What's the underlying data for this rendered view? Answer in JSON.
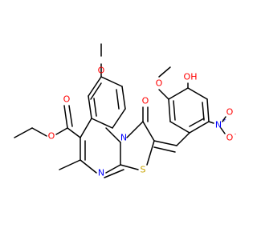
{
  "colors": {
    "carbon_bond": "#000000",
    "oxygen": "#ff0000",
    "nitrogen": "#0000ff",
    "sulfur": "#c8a400"
  },
  "atoms": {
    "o_methoxy_top": "O",
    "o_methoxy_right": "O",
    "o_hydroxy": "OH",
    "ho_prefix": "HO",
    "o_carbonyl_ketone": "O",
    "o_ester_carbonyl": "O",
    "o_ester": "O",
    "n_ring_bridgehead": "N",
    "n_ring": "N",
    "s_ring": "S",
    "n_nitro": "N",
    "o_nitro_top": "O",
    "o_nitro_bottom": "O",
    "charge_plus": "+",
    "charge_minus": "-"
  }
}
